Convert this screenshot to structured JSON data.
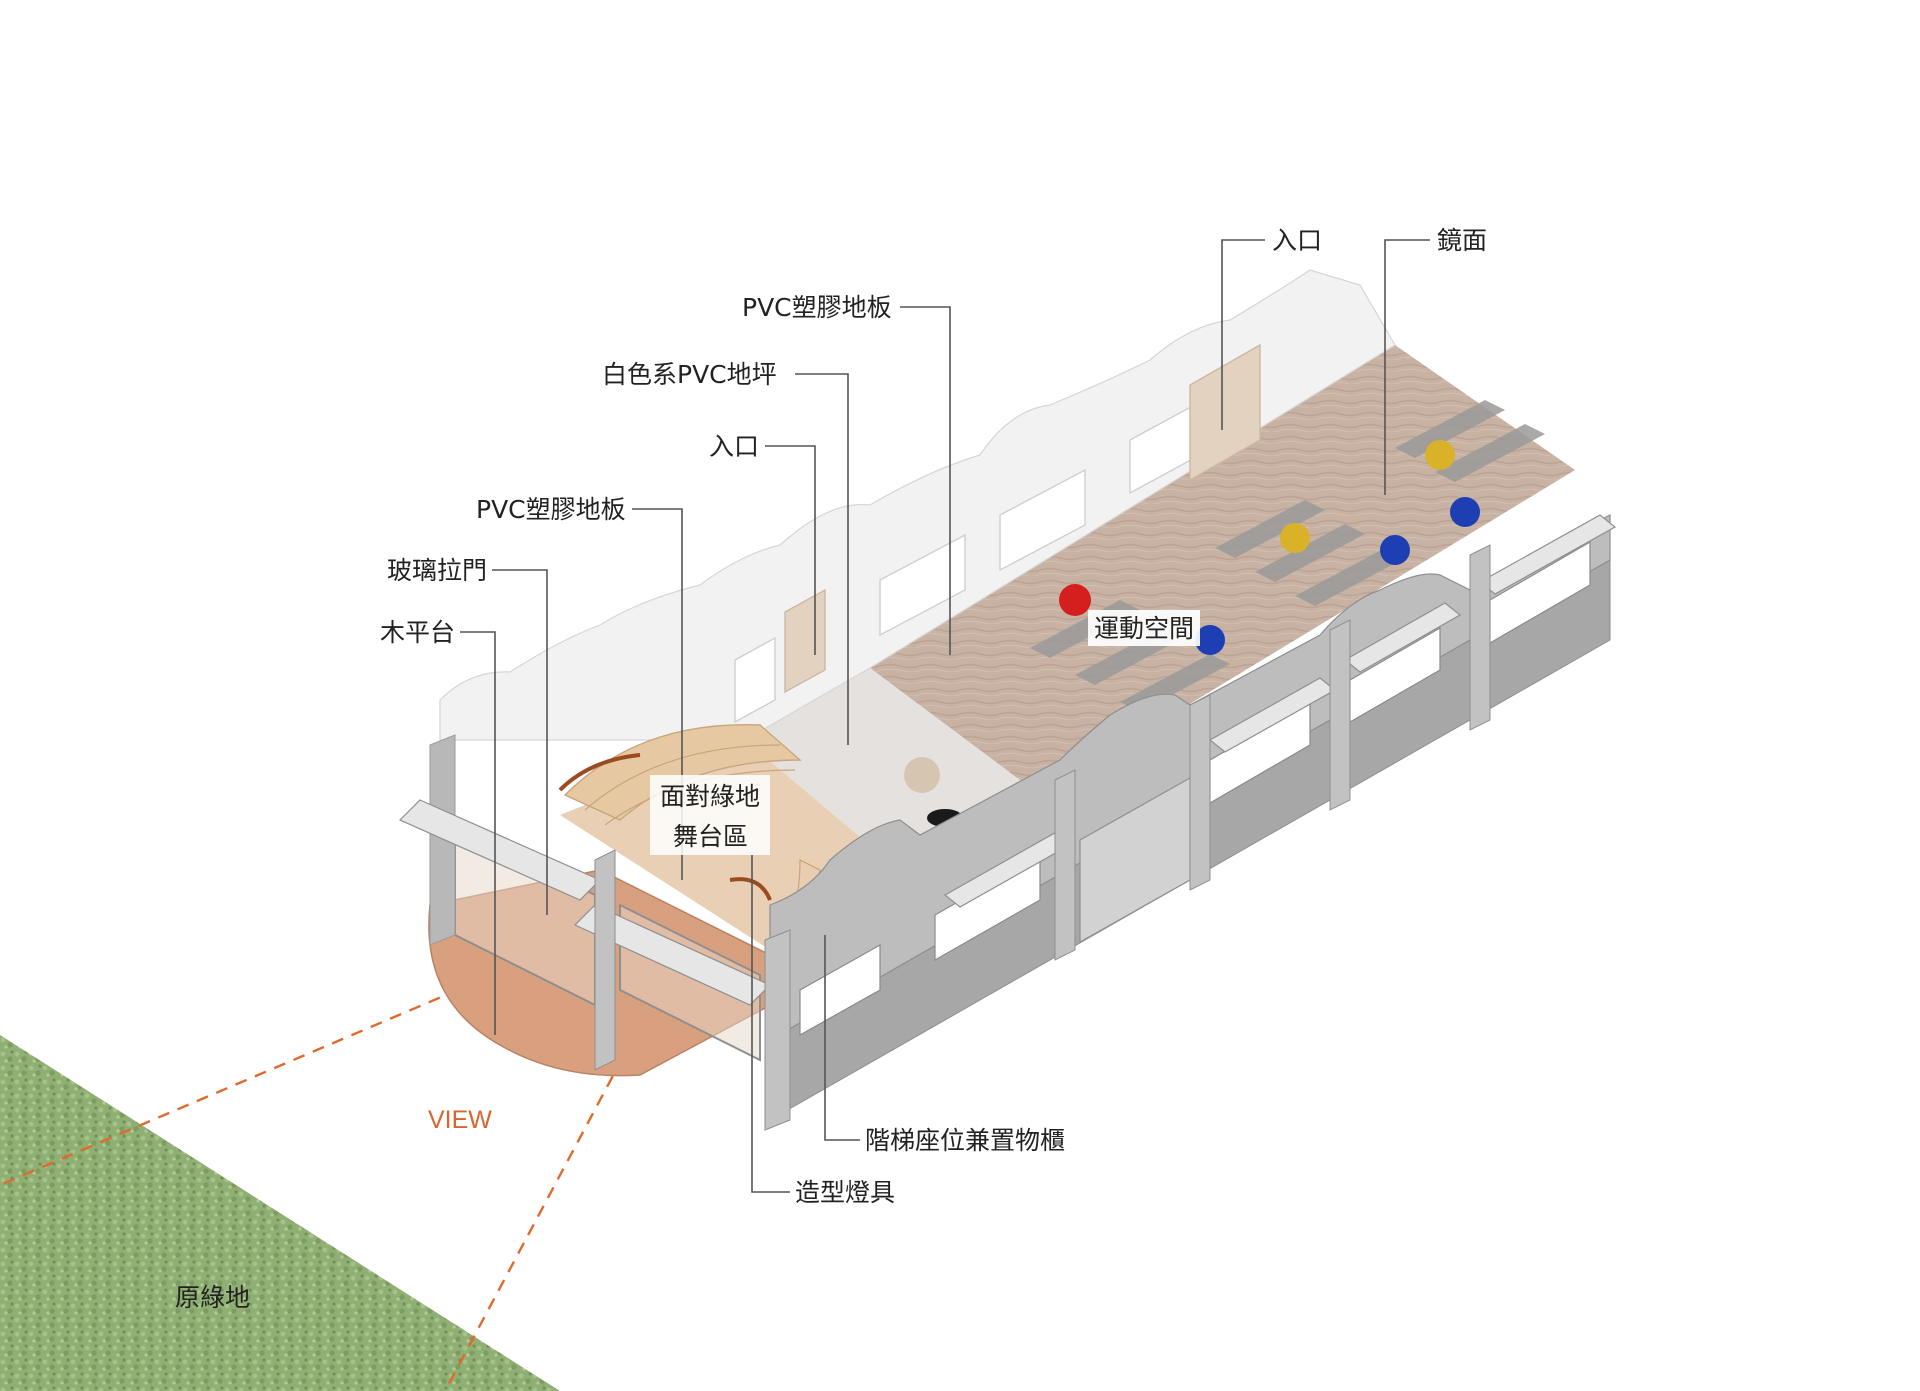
{
  "colors": {
    "grass": "#7fa35f",
    "concrete": "#a9a9a9",
    "concrete_light": "#cfcfcf",
    "floor_wood": "#c9b4a6",
    "floor_white": "#e3e0dd",
    "deck": "#d8a07e",
    "stage_wood": "#e4c7a3",
    "view_line": "#e06a2e",
    "leader": "#555555",
    "ball_red": "#d51f1f",
    "ball_yellow": "#d9b22a",
    "ball_blue": "#1e3fb3",
    "ball_beige": "#d6c6b1",
    "ball_black": "#1a1a1a"
  },
  "labels": {
    "entrance_top": "入口",
    "mirror": "鏡面",
    "pvc_floor_top": "PVC塑膠地板",
    "white_pvc": "白色系PVC地坪",
    "entrance_left": "入口",
    "pvc_floor_left": "PVC塑膠地板",
    "glass_door": "玻璃拉門",
    "wood_deck": "木平台",
    "exercise_space": "運動空間",
    "stage_line1": "面對綠地",
    "stage_line2": "舞台區",
    "stair_seating": "階梯座位兼置物櫃",
    "light_fixture": "造型燈具",
    "view": "VIEW",
    "original_green": "原綠地"
  }
}
